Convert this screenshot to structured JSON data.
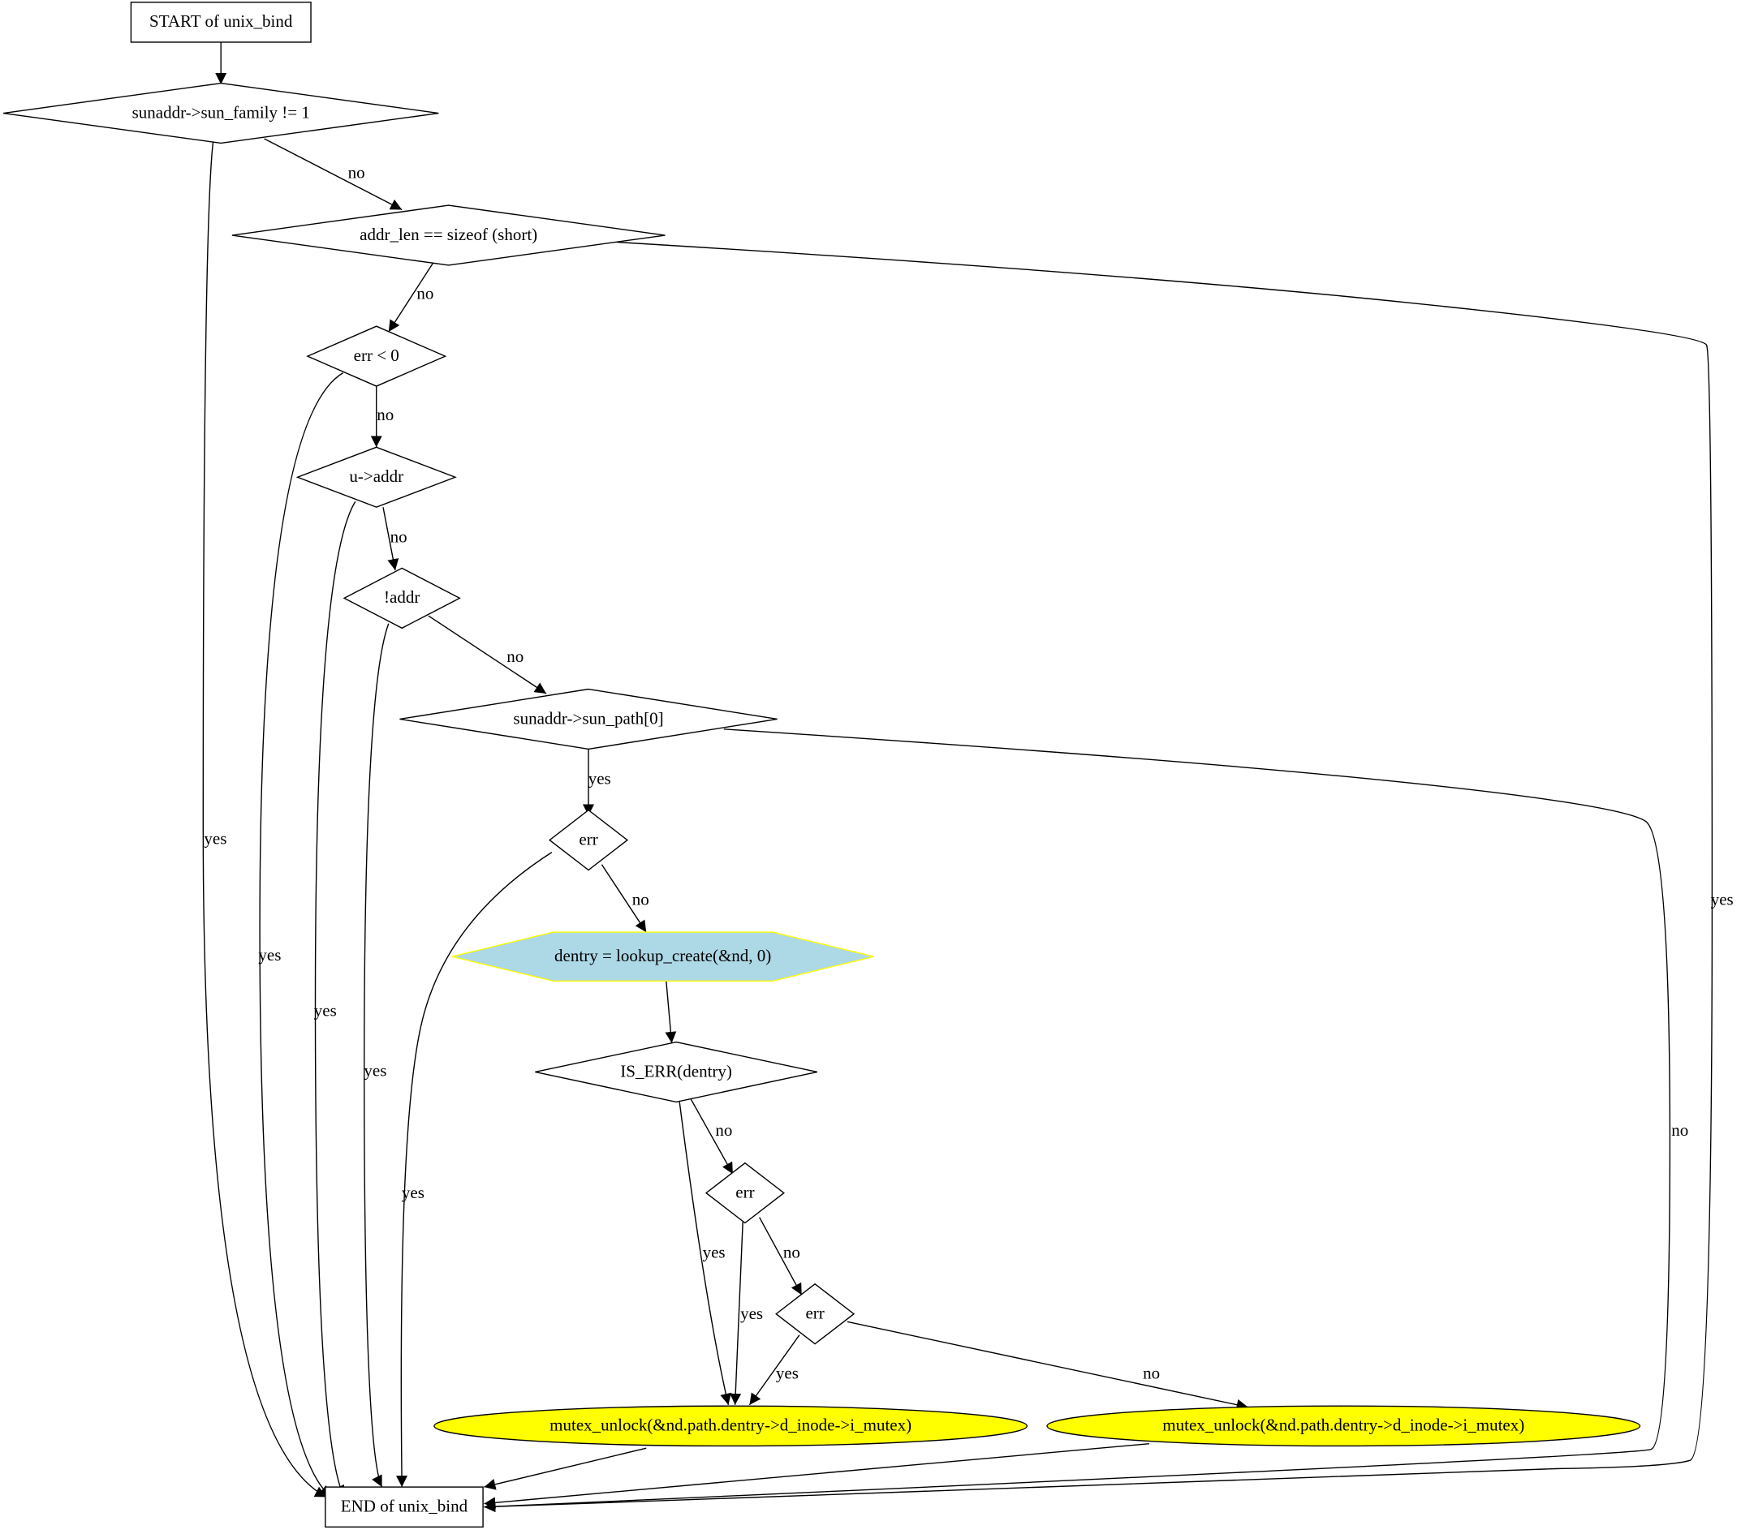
{
  "diagram": {
    "colors": {
      "stroke": "#000000",
      "background": "#ffffff",
      "process_fill": "#add8e6",
      "process_stroke": "#ffff00",
      "terminal_fill": "#ffff00"
    },
    "nodes": [
      {
        "id": "start",
        "shape": "rect",
        "label": "START of unix_bind"
      },
      {
        "id": "d1",
        "shape": "diamond",
        "label": "sunaddr->sun_family != 1"
      },
      {
        "id": "d2",
        "shape": "diamond",
        "label": "addr_len == sizeof (short)"
      },
      {
        "id": "d3",
        "shape": "diamond",
        "label": "err < 0"
      },
      {
        "id": "d4",
        "shape": "diamond",
        "label": "u->addr"
      },
      {
        "id": "d5",
        "shape": "diamond",
        "label": "!addr"
      },
      {
        "id": "d6",
        "shape": "diamond",
        "label": "sunaddr->sun_path[0]"
      },
      {
        "id": "d7",
        "shape": "diamond",
        "label": "err"
      },
      {
        "id": "p1",
        "shape": "hexagon",
        "label": "dentry = lookup_create(&nd, 0)"
      },
      {
        "id": "d8",
        "shape": "diamond",
        "label": "IS_ERR(dentry)"
      },
      {
        "id": "d9",
        "shape": "diamond",
        "label": "err"
      },
      {
        "id": "d10",
        "shape": "diamond",
        "label": "err"
      },
      {
        "id": "e1",
        "shape": "ellipse",
        "label": "mutex_unlock(&nd.path.dentry->d_inode->i_mutex)"
      },
      {
        "id": "e2",
        "shape": "ellipse",
        "label": "mutex_unlock(&nd.path.dentry->d_inode->i_mutex)"
      },
      {
        "id": "end",
        "shape": "rect",
        "label": "END of unix_bind"
      }
    ],
    "edges": [
      {
        "id": "start-d1",
        "from": "start",
        "to": "d1",
        "label": ""
      },
      {
        "id": "d1-d2",
        "from": "d1",
        "to": "d2",
        "label": "no"
      },
      {
        "id": "d1-end",
        "from": "d1",
        "to": "end",
        "label": "yes"
      },
      {
        "id": "d2-d3",
        "from": "d2",
        "to": "d3",
        "label": "no"
      },
      {
        "id": "d2-end",
        "from": "d2",
        "to": "end",
        "label": "yes"
      },
      {
        "id": "d3-d4",
        "from": "d3",
        "to": "d4",
        "label": "no"
      },
      {
        "id": "d3-end",
        "from": "d3",
        "to": "end",
        "label": "yes"
      },
      {
        "id": "d4-d5",
        "from": "d4",
        "to": "d5",
        "label": "no"
      },
      {
        "id": "d4-end",
        "from": "d4",
        "to": "end",
        "label": "yes"
      },
      {
        "id": "d5-d6",
        "from": "d5",
        "to": "d6",
        "label": "no"
      },
      {
        "id": "d5-end",
        "from": "d5",
        "to": "end",
        "label": "yes"
      },
      {
        "id": "d6-d7",
        "from": "d6",
        "to": "d7",
        "label": "yes"
      },
      {
        "id": "d6-end",
        "from": "d6",
        "to": "end",
        "label": "no"
      },
      {
        "id": "d7-p1",
        "from": "d7",
        "to": "p1",
        "label": "no"
      },
      {
        "id": "d7-end",
        "from": "d7",
        "to": "end",
        "label": "yes"
      },
      {
        "id": "p1-d8",
        "from": "p1",
        "to": "d8",
        "label": ""
      },
      {
        "id": "d8-d9",
        "from": "d8",
        "to": "d9",
        "label": "no"
      },
      {
        "id": "d8-e1",
        "from": "d8",
        "to": "e1",
        "label": "yes"
      },
      {
        "id": "d9-d10",
        "from": "d9",
        "to": "d10",
        "label": "no"
      },
      {
        "id": "d9-e1",
        "from": "d9",
        "to": "e1",
        "label": "yes"
      },
      {
        "id": "d10-e1",
        "from": "d10",
        "to": "e1",
        "label": "yes"
      },
      {
        "id": "d10-e2",
        "from": "d10",
        "to": "e2",
        "label": "no"
      },
      {
        "id": "e1-end",
        "from": "e1",
        "to": "end",
        "label": ""
      },
      {
        "id": "e2-end",
        "from": "e2",
        "to": "end",
        "label": ""
      }
    ]
  }
}
